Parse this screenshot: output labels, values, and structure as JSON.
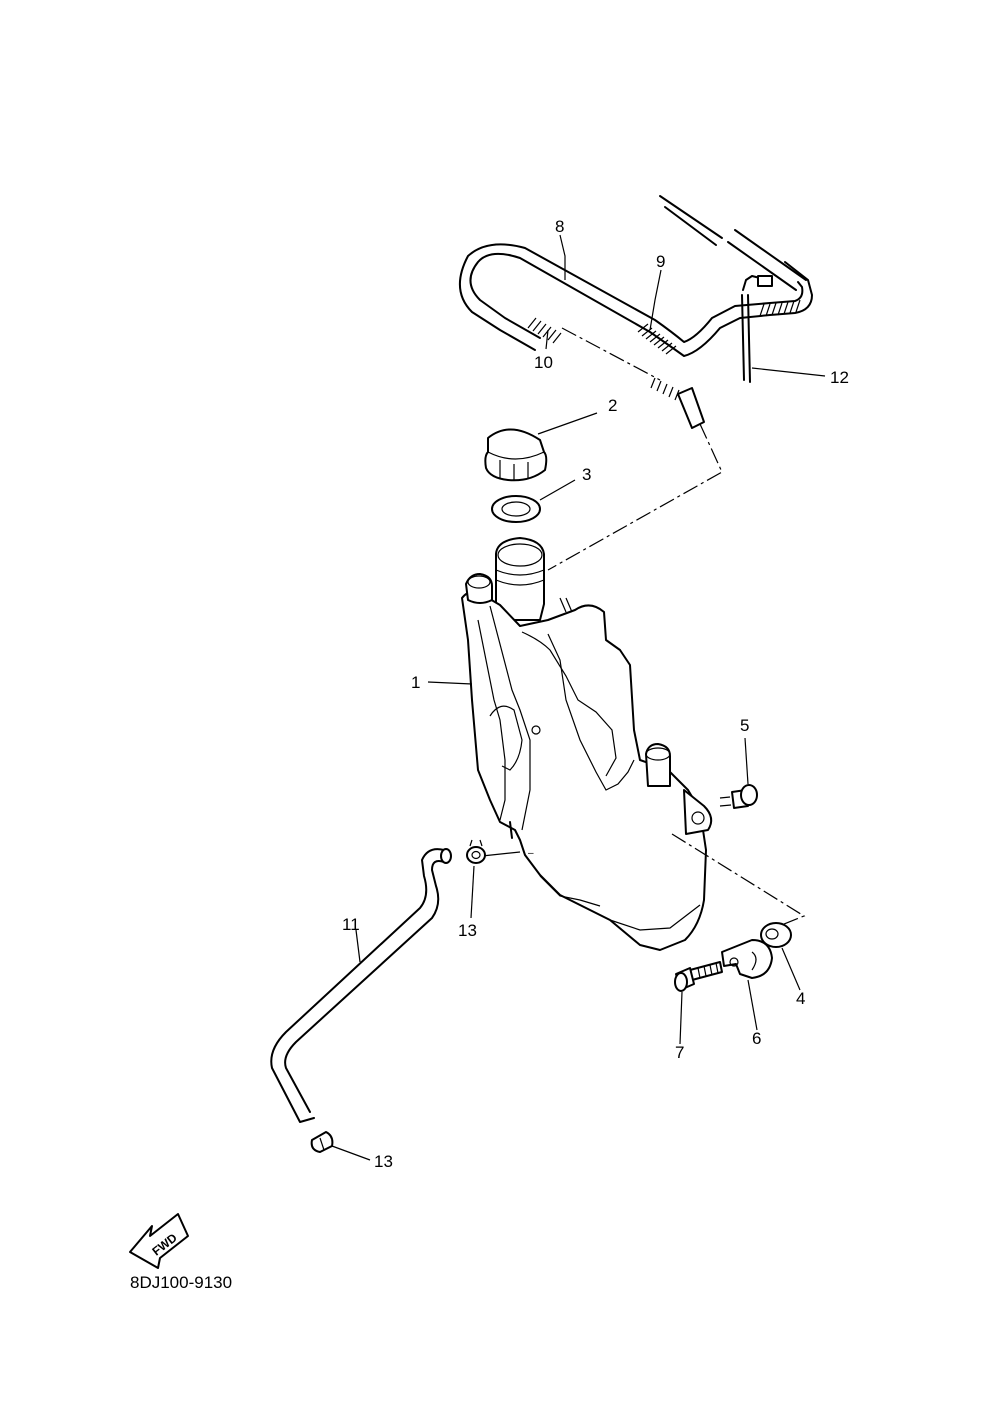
{
  "diagram": {
    "doc_number": "8DJ100-9130",
    "fwd_label": "FWD",
    "callouts": {
      "c1": "1",
      "c2": "2",
      "c3": "3",
      "c4": "4",
      "c5": "5",
      "c6": "6",
      "c7": "7",
      "c8": "8",
      "c9": "9",
      "c10": "10",
      "c11": "11",
      "c12": "12",
      "c13a": "13",
      "c13b": "13"
    }
  }
}
